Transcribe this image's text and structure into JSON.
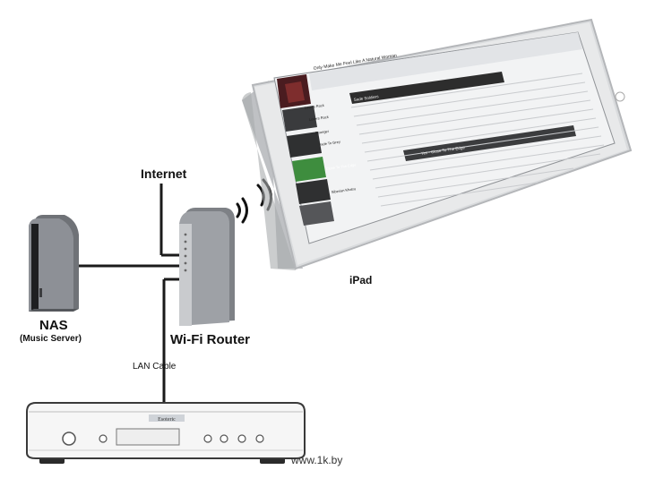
{
  "labels": {
    "internet": "Internet",
    "nas": "NAS",
    "nas_sub": "(Music Server)",
    "router": "Wi-Fi Router",
    "lan_cable": "LAN Cable",
    "ipad": "iPad",
    "watermark": "www.1k.by"
  },
  "ipad_screen": {
    "now_playing": "Only Make Me Feel Like A Natural Woman",
    "album_header": "Sade Soldiers",
    "list": [
      "Lovers Rock",
      "Lovers Rock",
      "Stronger",
      "Fade To Grey",
      "Close To The Edge",
      "Siberian Khatru"
    ],
    "track_row": "Yes - Close To The Edge"
  },
  "player_brand": "Esoteric",
  "colors": {
    "line": "#1a1a1a",
    "device_gray": "#8d9096",
    "ipad_frame": "#d9dbdd",
    "screen_bg": "#f2f3f4",
    "accent_green": "#3e8d3e"
  }
}
